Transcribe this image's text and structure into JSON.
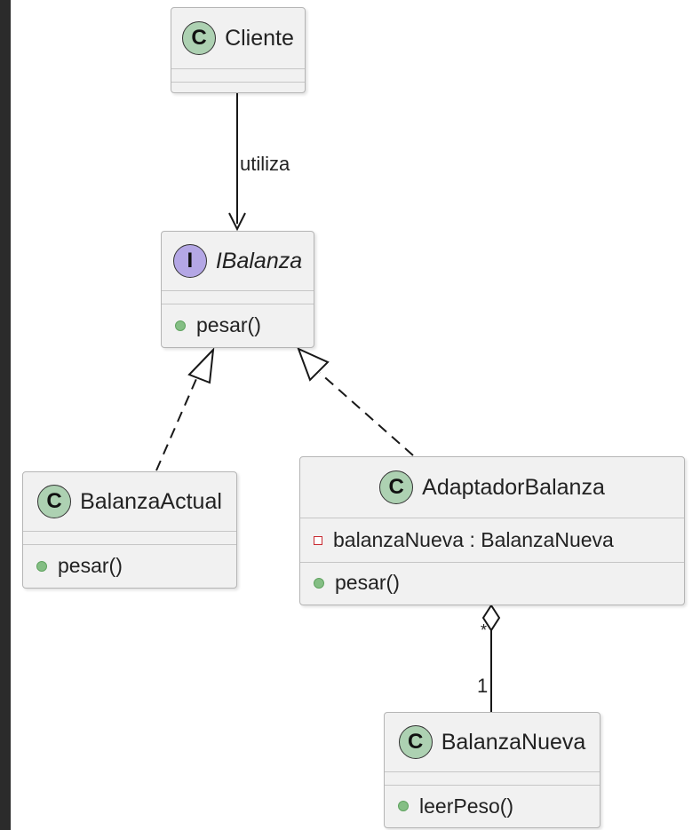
{
  "classes": {
    "cliente": {
      "name": "Cliente",
      "stereotype": "C"
    },
    "ibalanza": {
      "name": "IBalanza",
      "stereotype": "I",
      "methods": [
        "pesar()"
      ]
    },
    "balanza_actual": {
      "name": "BalanzaActual",
      "stereotype": "C",
      "methods": [
        "pesar()"
      ]
    },
    "adaptador": {
      "name": "AdaptadorBalanza",
      "stereotype": "C",
      "fields": [
        "balanzaNueva : BalanzaNueva"
      ],
      "methods": [
        "pesar()"
      ]
    },
    "balanza_nueva": {
      "name": "BalanzaNueva",
      "stereotype": "C",
      "methods": [
        "leerPeso()"
      ]
    }
  },
  "relations": {
    "uses": {
      "label": "utiliza"
    },
    "aggregation": {
      "source_multiplicity": "*",
      "target_multiplicity": "1"
    }
  },
  "colors": {
    "class_badge": "#add1b2",
    "interface_badge": "#b4a7e5",
    "public_marker": "#84be84",
    "private_marker": "#c82930",
    "box_fill": "#f1f1f1",
    "box_border": "#b5b5b5",
    "editor_bar": "#2b2b2b"
  }
}
